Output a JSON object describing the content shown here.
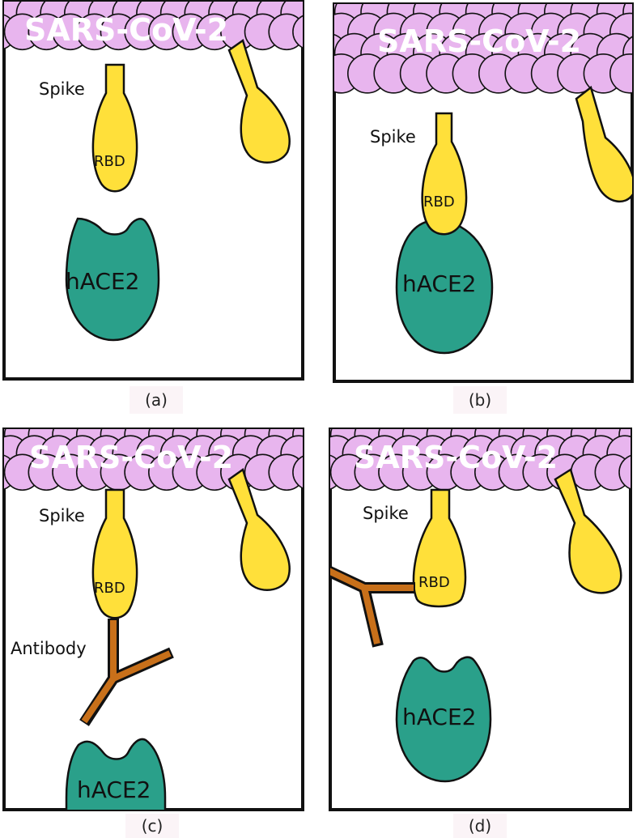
{
  "colors": {
    "virus": "#e8b5ee",
    "spike": "#ffe03a",
    "hace2": "#2aa08a",
    "antibody": "#c8701a",
    "outline": "#111111",
    "caption_bg": "#fbf4f7"
  },
  "panels": [
    {
      "id": "a",
      "caption": "(a)",
      "virus_label": "SARS-CoV-2",
      "spike_label": "Spike",
      "rbd_label": "RBD",
      "receptor_label": "hACE2"
    },
    {
      "id": "b",
      "caption": "(b)",
      "virus_label": "SARS-CoV-2",
      "spike_label": "Spike",
      "rbd_label": "RBD",
      "receptor_label": "hACE2"
    },
    {
      "id": "c",
      "caption": "(c)",
      "virus_label": "SARS-CoV-2",
      "spike_label": "Spike",
      "rbd_label": "RBD",
      "receptor_label": "hACE2",
      "antibody_label": "Antibody"
    },
    {
      "id": "d",
      "caption": "(d)",
      "virus_label": "SARS-CoV-2",
      "spike_label": "Spike",
      "rbd_label": "RBD",
      "receptor_label": "hACE2"
    }
  ]
}
